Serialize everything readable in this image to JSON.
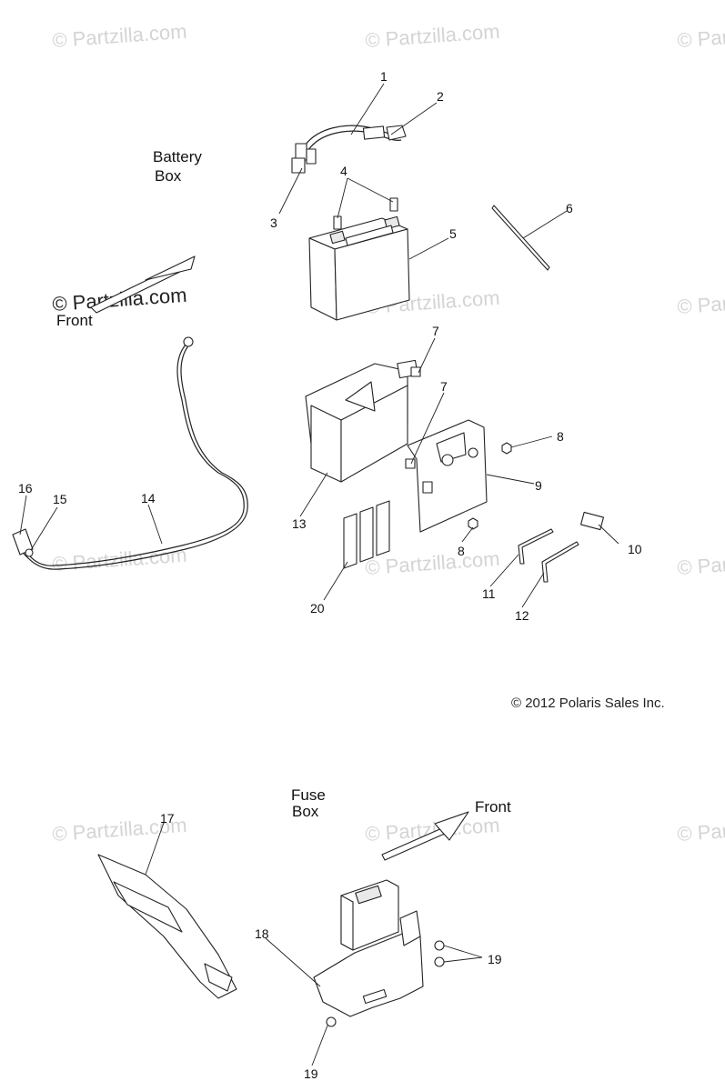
{
  "labels": {
    "battery_box": [
      "Battery",
      "Box"
    ],
    "front_top": "Front",
    "fuse_box": [
      "Fuse",
      "Box"
    ],
    "front_bottom": "Front"
  },
  "watermark": "© Partzilla.com",
  "copyright": "© 2012 Polaris Sales Inc.",
  "callouts": [
    "1",
    "2",
    "3",
    "4",
    "5",
    "6",
    "7",
    "7",
    "8",
    "8",
    "9",
    "10",
    "11",
    "12",
    "13",
    "14",
    "15",
    "16",
    "20",
    "17",
    "18",
    "19",
    "19"
  ]
}
